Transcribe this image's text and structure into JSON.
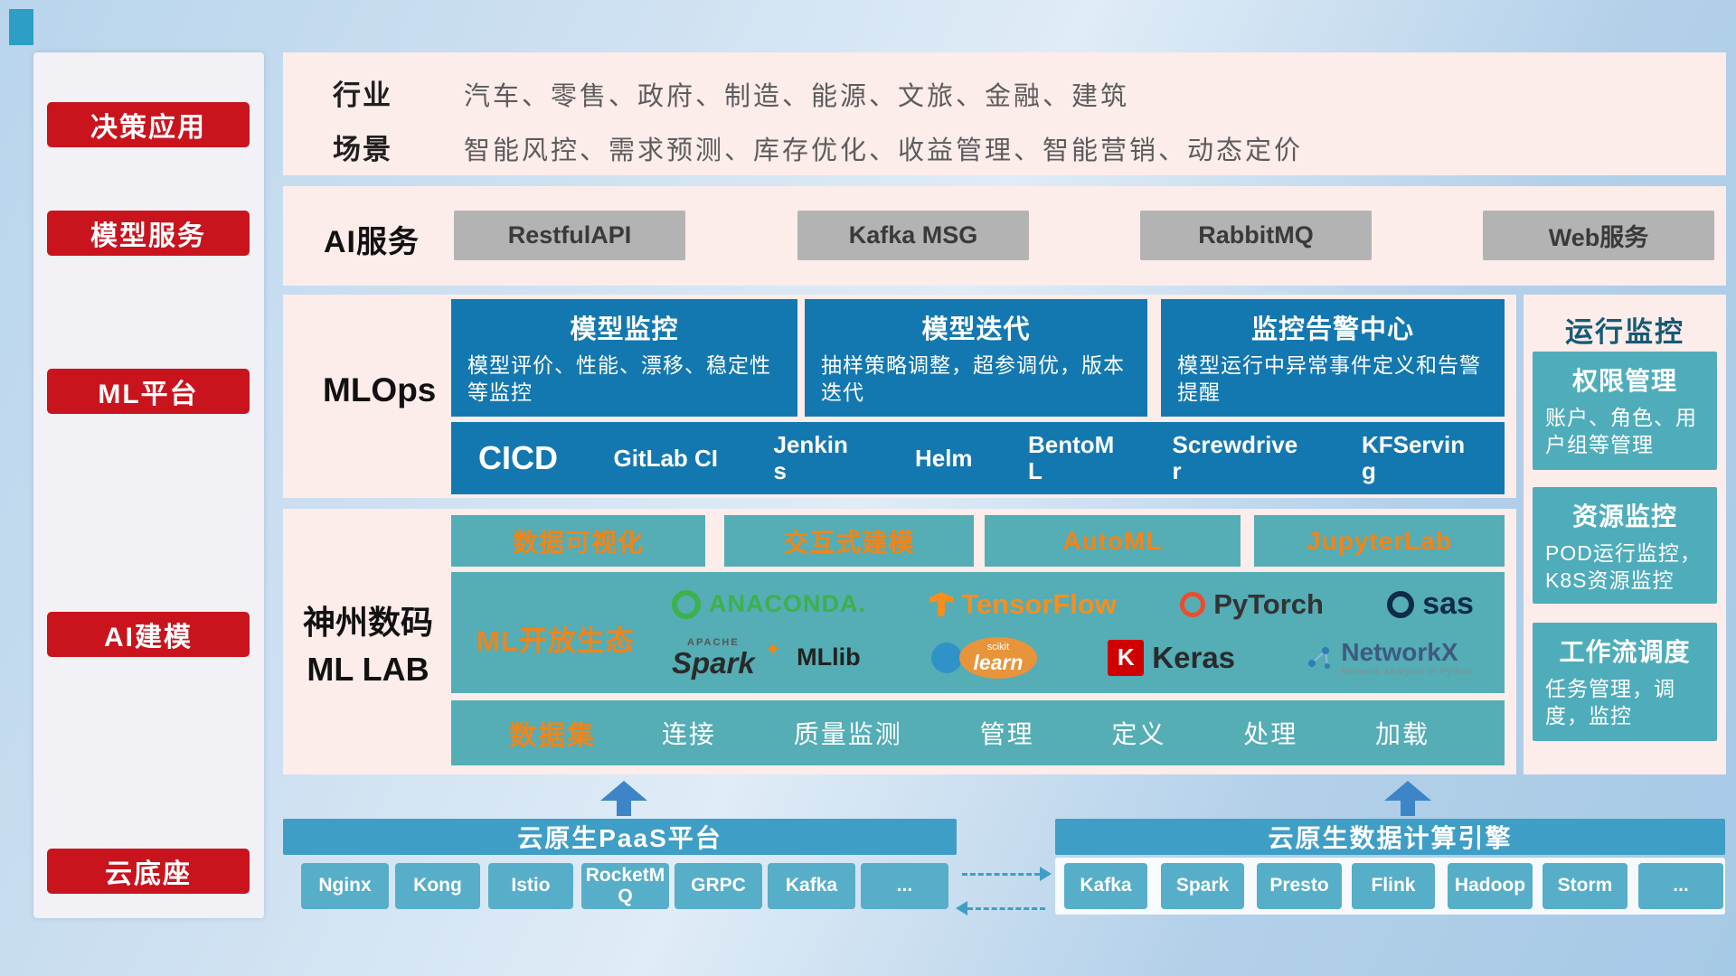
{
  "colors": {
    "accent_red": "#c9141e",
    "band_pink": "#fcecea",
    "card_blue": "#1478b0",
    "teal": "#55adb5",
    "monitor_teal": "#4fadbb",
    "bar_blue": "#3f9ec6",
    "node_blue": "#57aec8",
    "orange_text": "#f08519"
  },
  "sidebar": {
    "items": [
      {
        "label": "决策应用"
      },
      {
        "label": "模型服务"
      },
      {
        "label": "ML平台"
      },
      {
        "label": "AI建模"
      },
      {
        "label": "云底座"
      }
    ]
  },
  "industry": {
    "row1_label": "行业",
    "row1_text": "汽车、零售、政府、制造、能源、文旅、金融、建筑",
    "row2_label": "场景",
    "row2_text": "智能风控、需求预测、库存优化、收益管理、智能营销、动态定价"
  },
  "ai_service": {
    "label": "AI服务",
    "buttons": [
      "RestfulAPI",
      "Kafka MSG",
      "RabbitMQ",
      "Web服务"
    ]
  },
  "mlops": {
    "label": "MLOps",
    "cards": [
      {
        "title": "模型监控",
        "desc": "模型评价、性能、漂移、稳定性等监控"
      },
      {
        "title": "模型迭代",
        "desc": "抽样策略调整，超参调优，版本迭代"
      },
      {
        "title": "监控告警中心",
        "desc": "模型运行中异常事件定义和告警提醒"
      }
    ],
    "cicd": {
      "label": "CICD",
      "items": [
        "GitLab CI",
        "Jenkins",
        "Helm",
        "BentoML",
        "Screwdriver",
        "KFServing"
      ]
    }
  },
  "mllab": {
    "label_line1": "神州数码",
    "label_line2": "ML LAB",
    "tools": [
      "数据可视化",
      "交互式建模",
      "AutoML",
      "JupyterLab"
    ],
    "eco_label": "ML开放生态",
    "logos": {
      "anaconda": "ANACONDA.",
      "tensorflow": "TensorFlow",
      "pytorch": "PyTorch",
      "sas": "sas",
      "spark_top": "APACHE",
      "spark": "Spark",
      "spark_star": "✦",
      "mllib": "MLlib",
      "sklearn_top": "scikit",
      "sklearn": "learn",
      "keras_letter": "K",
      "keras": "Keras",
      "networkx": "NetworkX",
      "networkx_sub": "Network Analysis in Python"
    },
    "dataset": {
      "label": "数据集",
      "items": [
        "连接",
        "质量监测",
        "管理",
        "定义",
        "处理",
        "加载"
      ]
    }
  },
  "monitor": {
    "title": "运行监控",
    "cards": [
      {
        "title": "权限管理",
        "desc": "账户、角色、用户组等管理"
      },
      {
        "title": "资源监控",
        "desc": "POD运行监控，K8S资源监控"
      },
      {
        "title": "工作流调度",
        "desc": "任务管理，调度，监控"
      }
    ]
  },
  "cloud": {
    "paas": {
      "title": "云原生PaaS平台",
      "nodes": [
        "Nginx",
        "Kong",
        "Istio",
        "RocketMQ",
        "GRPC",
        "Kafka",
        "..."
      ]
    },
    "engine": {
      "title": "云原生数据计算引擎",
      "nodes": [
        "Kafka",
        "Spark",
        "Presto",
        "Flink",
        "Hadoop",
        "Storm",
        "..."
      ]
    }
  }
}
